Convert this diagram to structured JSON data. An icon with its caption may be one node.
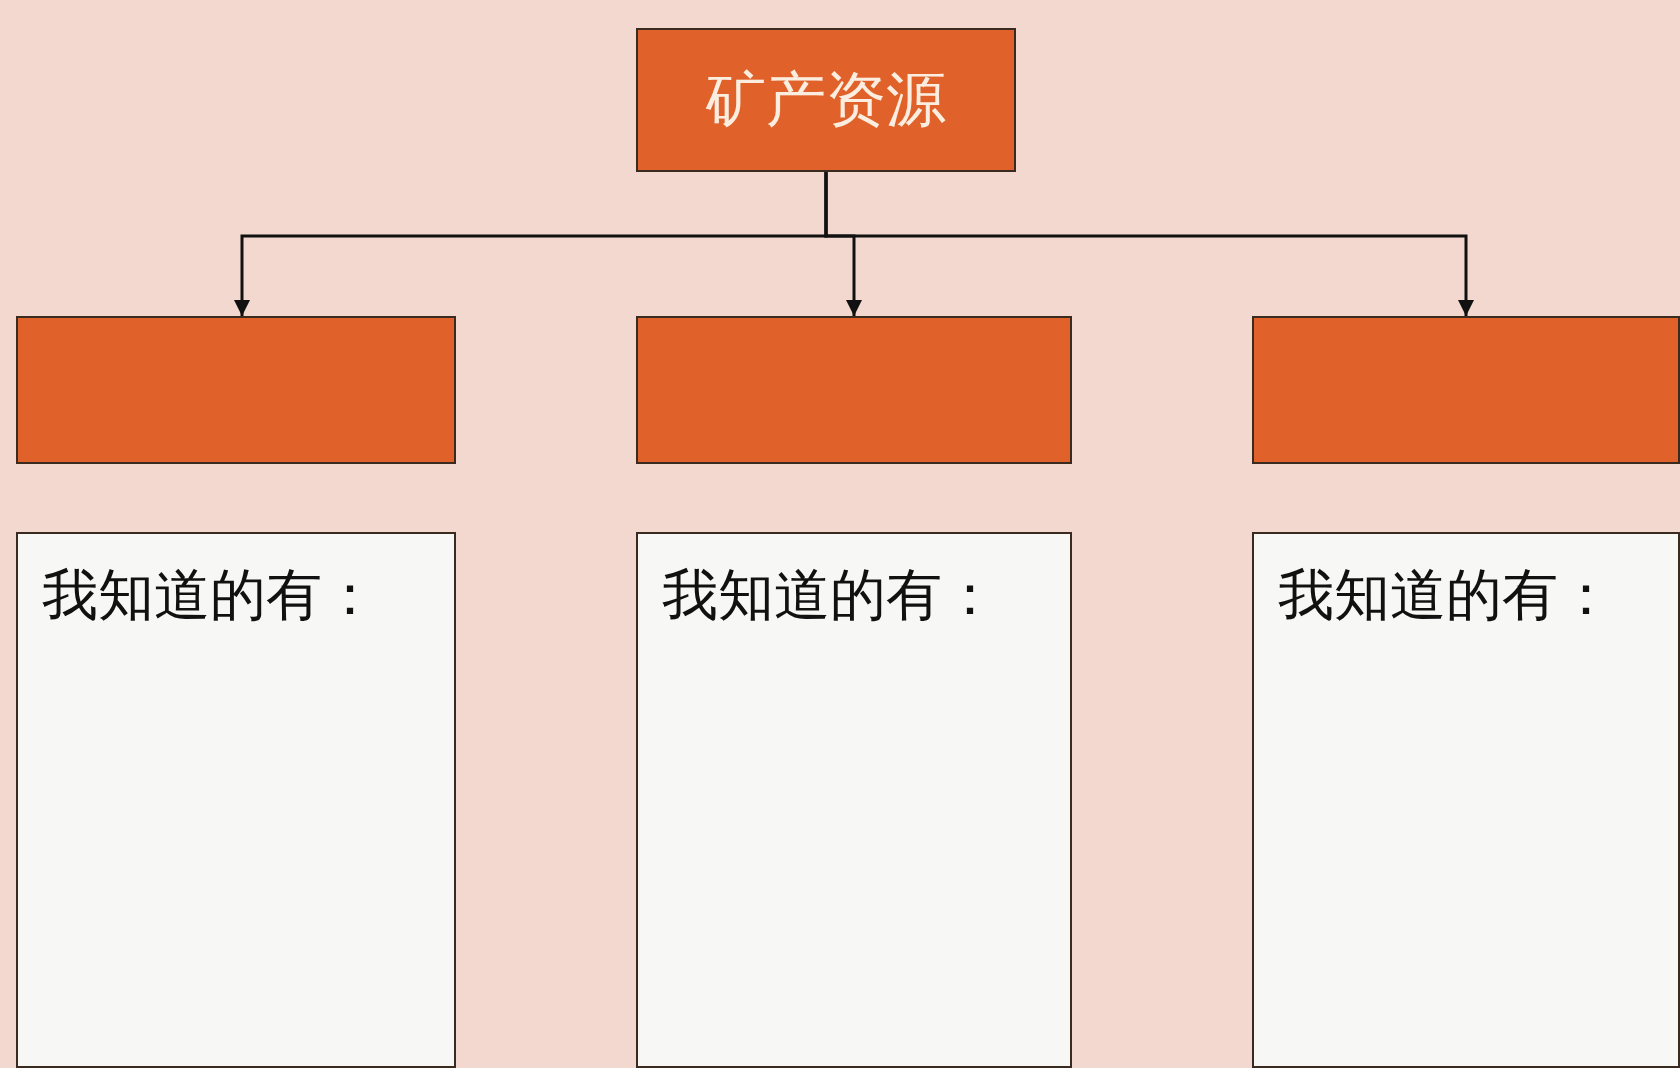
{
  "diagram": {
    "nodes": [
      {
        "text": [
          "矿产资源"
        ]
      },
      {
        "text": [],
        "shape": "box"
      },
      {
        "text": [],
        "shape": "box"
      },
      {
        "text": [],
        "shape": "box"
      },
      {
        "text": [
          "我知道的有："
        ]
      },
      {
        "text": [
          "我知道的有："
        ]
      },
      {
        "text": [
          "我知道的有："
        ]
      }
    ],
    "edges": [
      {
        "from": 0,
        "to": 1,
        "arrow": "to"
      },
      {
        "from": 0,
        "to": 2,
        "arrow": "to"
      },
      {
        "from": 0,
        "to": 3,
        "arrow": "to"
      }
    ]
  }
}
